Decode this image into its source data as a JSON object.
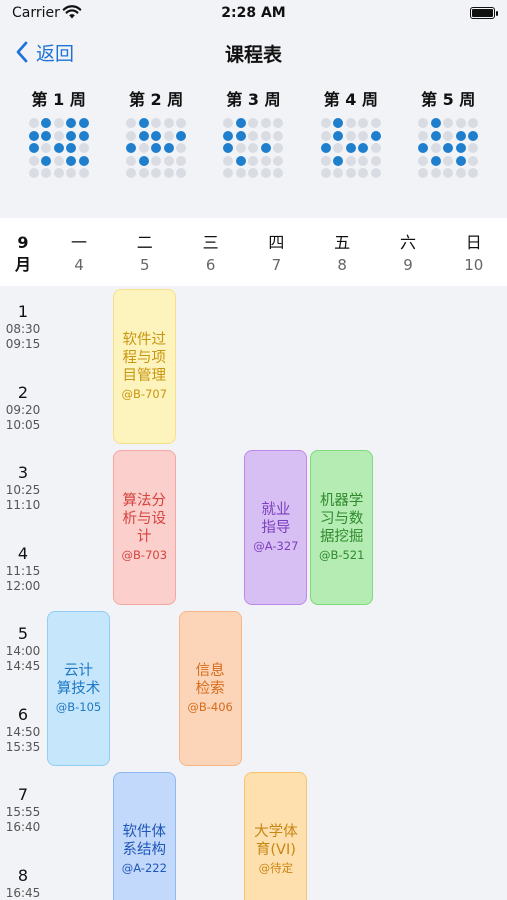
{
  "status": {
    "carrier": "Carrier",
    "time": "2:28 AM"
  },
  "nav": {
    "back_label": "返回",
    "title": "课程表"
  },
  "weeks": [
    {
      "label": "第 1 周",
      "dots": [
        0,
        1,
        0,
        1,
        1,
        1,
        1,
        0,
        1,
        1,
        1,
        0,
        1,
        1,
        0,
        0,
        1,
        0,
        1,
        1,
        0,
        0,
        0,
        0,
        0
      ]
    },
    {
      "label": "第 2 周",
      "dots": [
        0,
        1,
        0,
        0,
        0,
        0,
        1,
        1,
        0,
        1,
        1,
        0,
        1,
        1,
        0,
        0,
        1,
        0,
        0,
        0,
        0,
        0,
        0,
        0,
        0
      ]
    },
    {
      "label": "第 3 周",
      "dots": [
        0,
        1,
        0,
        0,
        0,
        1,
        1,
        0,
        0,
        0,
        1,
        0,
        0,
        1,
        0,
        0,
        1,
        0,
        0,
        0,
        0,
        0,
        0,
        0,
        0
      ]
    },
    {
      "label": "第 4 周",
      "dots": [
        0,
        1,
        0,
        0,
        0,
        0,
        1,
        0,
        0,
        1,
        1,
        0,
        1,
        1,
        0,
        0,
        1,
        0,
        0,
        0,
        0,
        0,
        0,
        0,
        0
      ]
    },
    {
      "label": "第 5 周",
      "dots": [
        0,
        1,
        0,
        0,
        0,
        0,
        1,
        0,
        1,
        1,
        1,
        0,
        1,
        1,
        0,
        0,
        1,
        0,
        1,
        0,
        0,
        0,
        0,
        0,
        0
      ]
    }
  ],
  "header": {
    "month_num": "9",
    "month_unit": "月",
    "days": [
      {
        "name": "一",
        "date": "4"
      },
      {
        "name": "二",
        "date": "5"
      },
      {
        "name": "三",
        "date": "6"
      },
      {
        "name": "四",
        "date": "7"
      },
      {
        "name": "五",
        "date": "8"
      },
      {
        "name": "六",
        "date": "9"
      },
      {
        "name": "日",
        "date": "10"
      }
    ]
  },
  "periods": [
    {
      "num": "1",
      "start": "08:30",
      "end": "09:15"
    },
    {
      "num": "2",
      "start": "09:20",
      "end": "10:05"
    },
    {
      "num": "3",
      "start": "10:25",
      "end": "11:10"
    },
    {
      "num": "4",
      "start": "11:15",
      "end": "12:00"
    },
    {
      "num": "5",
      "start": "14:00",
      "end": "14:45"
    },
    {
      "num": "6",
      "start": "14:50",
      "end": "15:35"
    },
    {
      "num": "7",
      "start": "15:55",
      "end": "16:40"
    },
    {
      "num": "8",
      "start": "16:45",
      "end": "17:30"
    }
  ],
  "courses": [
    {
      "name": "软件过程与项目管理",
      "lines": [
        "软件过",
        "程与项",
        "目管理"
      ],
      "room": "@B-707",
      "day": 2,
      "start": 1,
      "span": 2,
      "bg": "#fdf3bd",
      "border": "#f7e08a",
      "fg": "#c8960f"
    },
    {
      "name": "算法分析与设计",
      "lines": [
        "算法分",
        "析与设",
        "计"
      ],
      "room": "@B-703",
      "day": 2,
      "start": 3,
      "span": 2,
      "bg": "#fbcfcc",
      "border": "#f5a7a2",
      "fg": "#d6443d"
    },
    {
      "name": "就业指导",
      "lines": [
        "就业",
        "指导"
      ],
      "room": "@A-327",
      "day": 4,
      "start": 3,
      "span": 2,
      "bg": "#d8bff3",
      "border": "#b98ae8",
      "fg": "#7b3fbf"
    },
    {
      "name": "机器学习与数据挖掘",
      "lines": [
        "机器学",
        "习与数",
        "据挖掘"
      ],
      "room": "@B-521",
      "day": 5,
      "start": 3,
      "span": 2,
      "bg": "#b4ecb3",
      "border": "#7fd97d",
      "fg": "#2f8a2d"
    },
    {
      "name": "云计算技术",
      "lines": [
        "云计",
        "算技术"
      ],
      "room": "@B-105",
      "day": 1,
      "start": 5,
      "span": 2,
      "bg": "#c5e6fb",
      "border": "#91cdf5",
      "fg": "#1f78c4"
    },
    {
      "name": "信息检索",
      "lines": [
        "信息",
        "检索"
      ],
      "room": "@B-406",
      "day": 3,
      "start": 5,
      "span": 2,
      "bg": "#fcd5b8",
      "border": "#f7b587",
      "fg": "#d66c1c"
    },
    {
      "name": "软件体系结构",
      "lines": [
        "软件体",
        "系结构"
      ],
      "room": "@A-222",
      "day": 2,
      "start": 7,
      "span": 2,
      "bg": "#c3d9fb",
      "border": "#8fb7f3",
      "fg": "#1f57b8"
    },
    {
      "name": "大学体育(VI)",
      "lines": [
        "大学体",
        "育(VI)"
      ],
      "room": "@待定",
      "day": 4,
      "start": 7,
      "span": 2,
      "bg": "#fde0ad",
      "border": "#f7c46c",
      "fg": "#c88613"
    }
  ]
}
